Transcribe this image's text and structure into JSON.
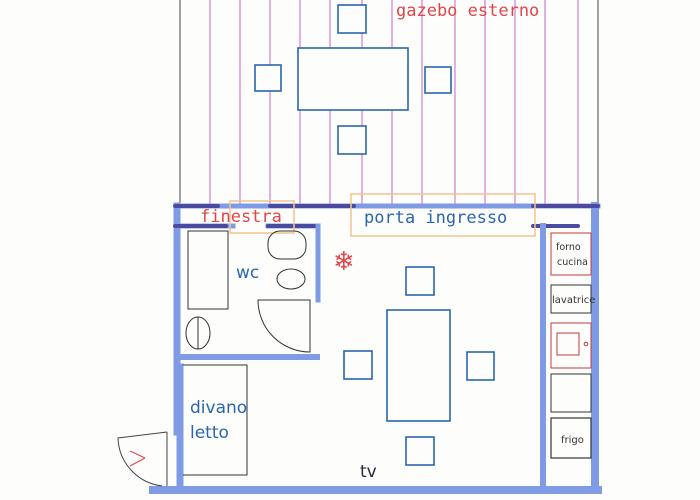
{
  "labels": {
    "gazebo": "gazebo esterno",
    "window": "finestra",
    "entrance": "porta ingresso",
    "wc": "wc",
    "sofa_bed_line1": "divano",
    "sofa_bed_line2": "letto",
    "tv": "tv",
    "oven_line1": "forno",
    "oven_line2": "cucina",
    "washer": "lavatrice",
    "fridge": "frigo"
  },
  "icons": {
    "air_conditioner": "snowflake-icon"
  },
  "colors": {
    "wall": "#7f9be6",
    "wall_dark": "#4a4aa0",
    "furniture": "#2a66b0",
    "gazebo_lines": "#d98fd6",
    "red_label": "#e0454a",
    "label_box": "#f3c48c",
    "appliance_red": "#c03a3a"
  }
}
